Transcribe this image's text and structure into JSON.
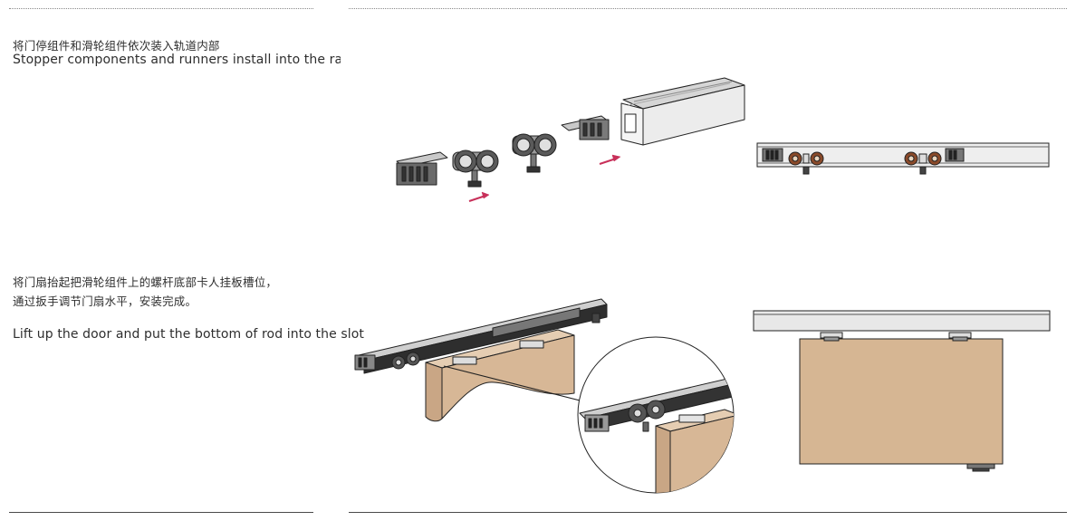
{
  "step1": {
    "cn": "将门停组件和滑轮组件依次装入轨道内部",
    "en": "Stopper components and runners install into the rail"
  },
  "step2": {
    "cn_line1": "将门扇抬起把滑轮组件上的螺杆底部卡人挂板槽位，",
    "cn_line2": "通过扳手调节门扇水平，安装完成。",
    "en": "Lift up the door and put the bottom of rod into the slot"
  },
  "colors": {
    "arrow": "#c8305a",
    "door": "#d7b796",
    "rail": "#e8e8e8",
    "wheel": "#8a4a2a"
  }
}
